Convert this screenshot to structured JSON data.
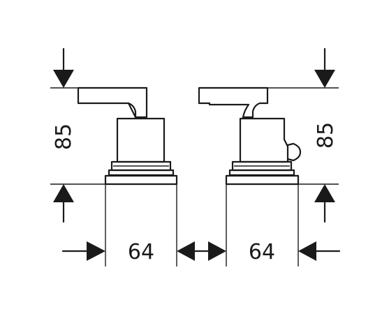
{
  "dimensions": {
    "left_height": "85",
    "right_height": "85",
    "left_width": "64",
    "right_width": "64"
  },
  "colors": {
    "line": "#1a1a1a",
    "background": "#ffffff"
  }
}
